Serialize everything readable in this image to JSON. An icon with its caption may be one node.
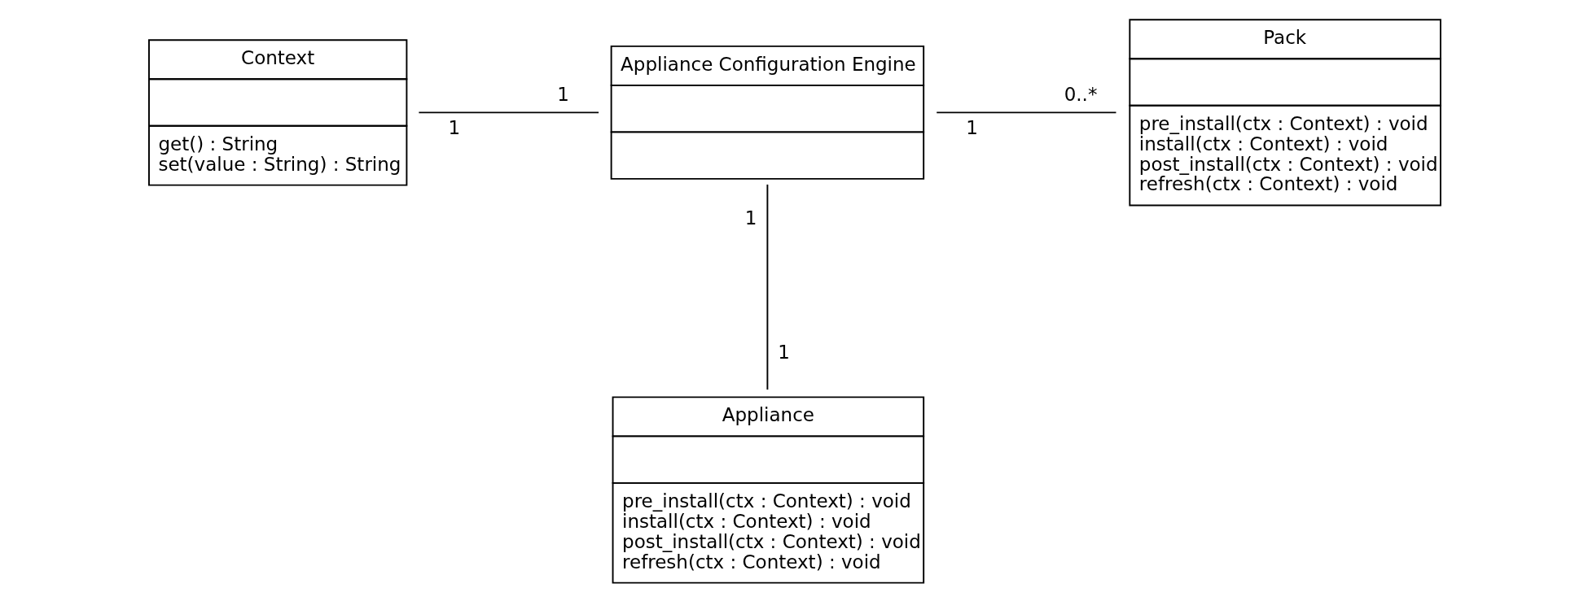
{
  "diagram": {
    "nodes": [
      {
        "text": [
          "Context",
          "get() : String",
          "set(value : String) : String"
        ]
      },
      {
        "text": [
          "Appliance Configuration Engine"
        ]
      },
      {
        "text": [
          "Pack",
          "pre_install(ctx : Context) : void",
          "install(ctx : Context) : void",
          "post_install(ctx : Context) : void",
          "refresh(ctx : Context) : void"
        ]
      },
      {
        "text": [
          "Appliance",
          "pre_install(ctx : Context) : void",
          "install(ctx : Context) : void",
          "post_install(ctx : Context) : void",
          "refresh(ctx : Context) : void"
        ]
      }
    ],
    "edges": [
      {
        "from": 0,
        "to": 1,
        "arrow": "none"
      },
      {
        "from": 1,
        "to": 2,
        "arrow": "none"
      },
      {
        "from": 1,
        "to": 3,
        "arrow": "none"
      }
    ],
    "labels": [
      "1",
      "0..*",
      "1",
      "1",
      "1",
      "1"
    ]
  }
}
